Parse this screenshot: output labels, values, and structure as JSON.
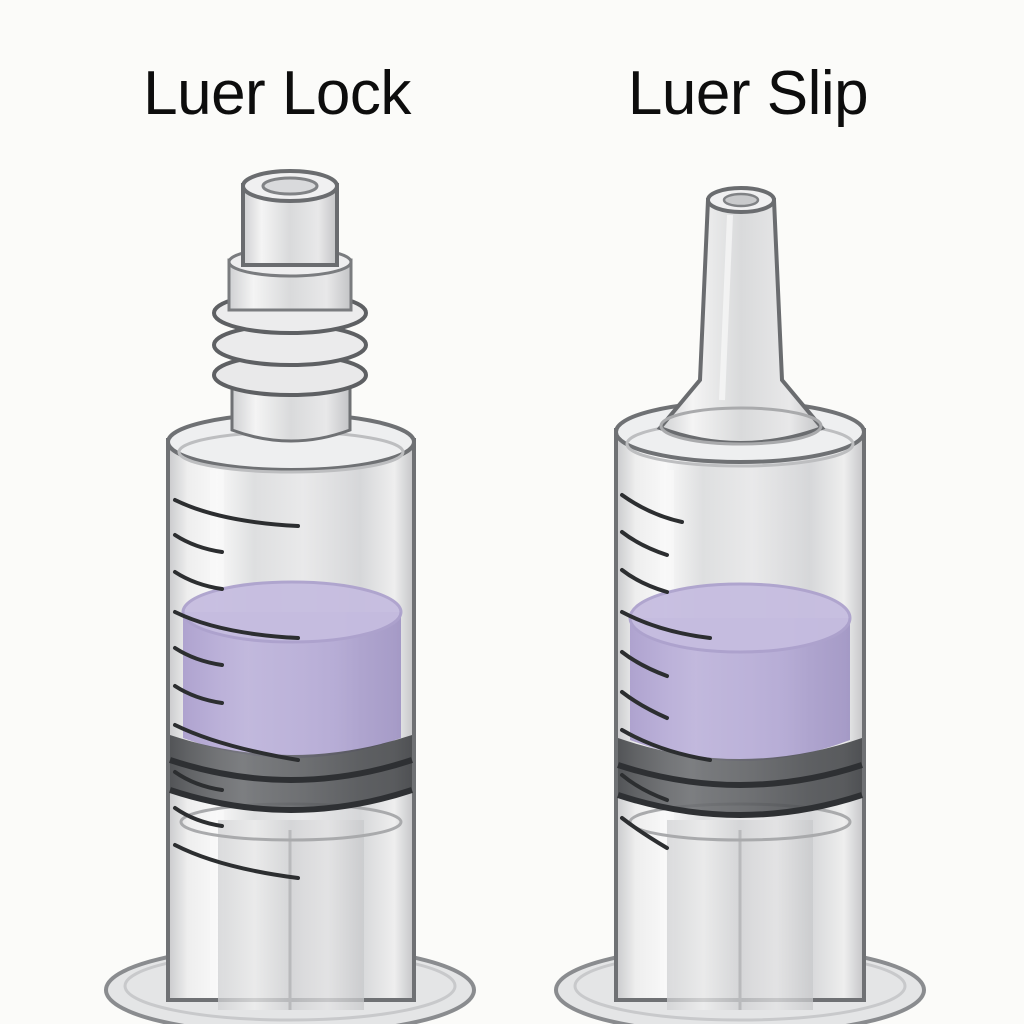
{
  "diagram": {
    "title_left": "Luer Lock",
    "title_right": "Luer Slip",
    "syringes": [
      {
        "id": "luer-lock",
        "label": "Luer Lock",
        "tip_type": "threaded collar",
        "graduation_marks": 10,
        "fluid_color": "#b4a8d4"
      },
      {
        "id": "luer-slip",
        "label": "Luer Slip",
        "tip_type": "tapered cone",
        "graduation_marks": 10,
        "fluid_color": "#b4a8d4"
      }
    ]
  },
  "colors": {
    "background": "#fbfbf9",
    "outline": "#6f7174",
    "barrel": "#e6e7e8",
    "barrel_highlight": "#f6f6f6",
    "graduation": "#2c2e30",
    "plunger_seal": "#4a4c4f",
    "fluid": "#b4a8d4",
    "fluid_top": "#c6bde0",
    "text": "#0d0d0d"
  }
}
